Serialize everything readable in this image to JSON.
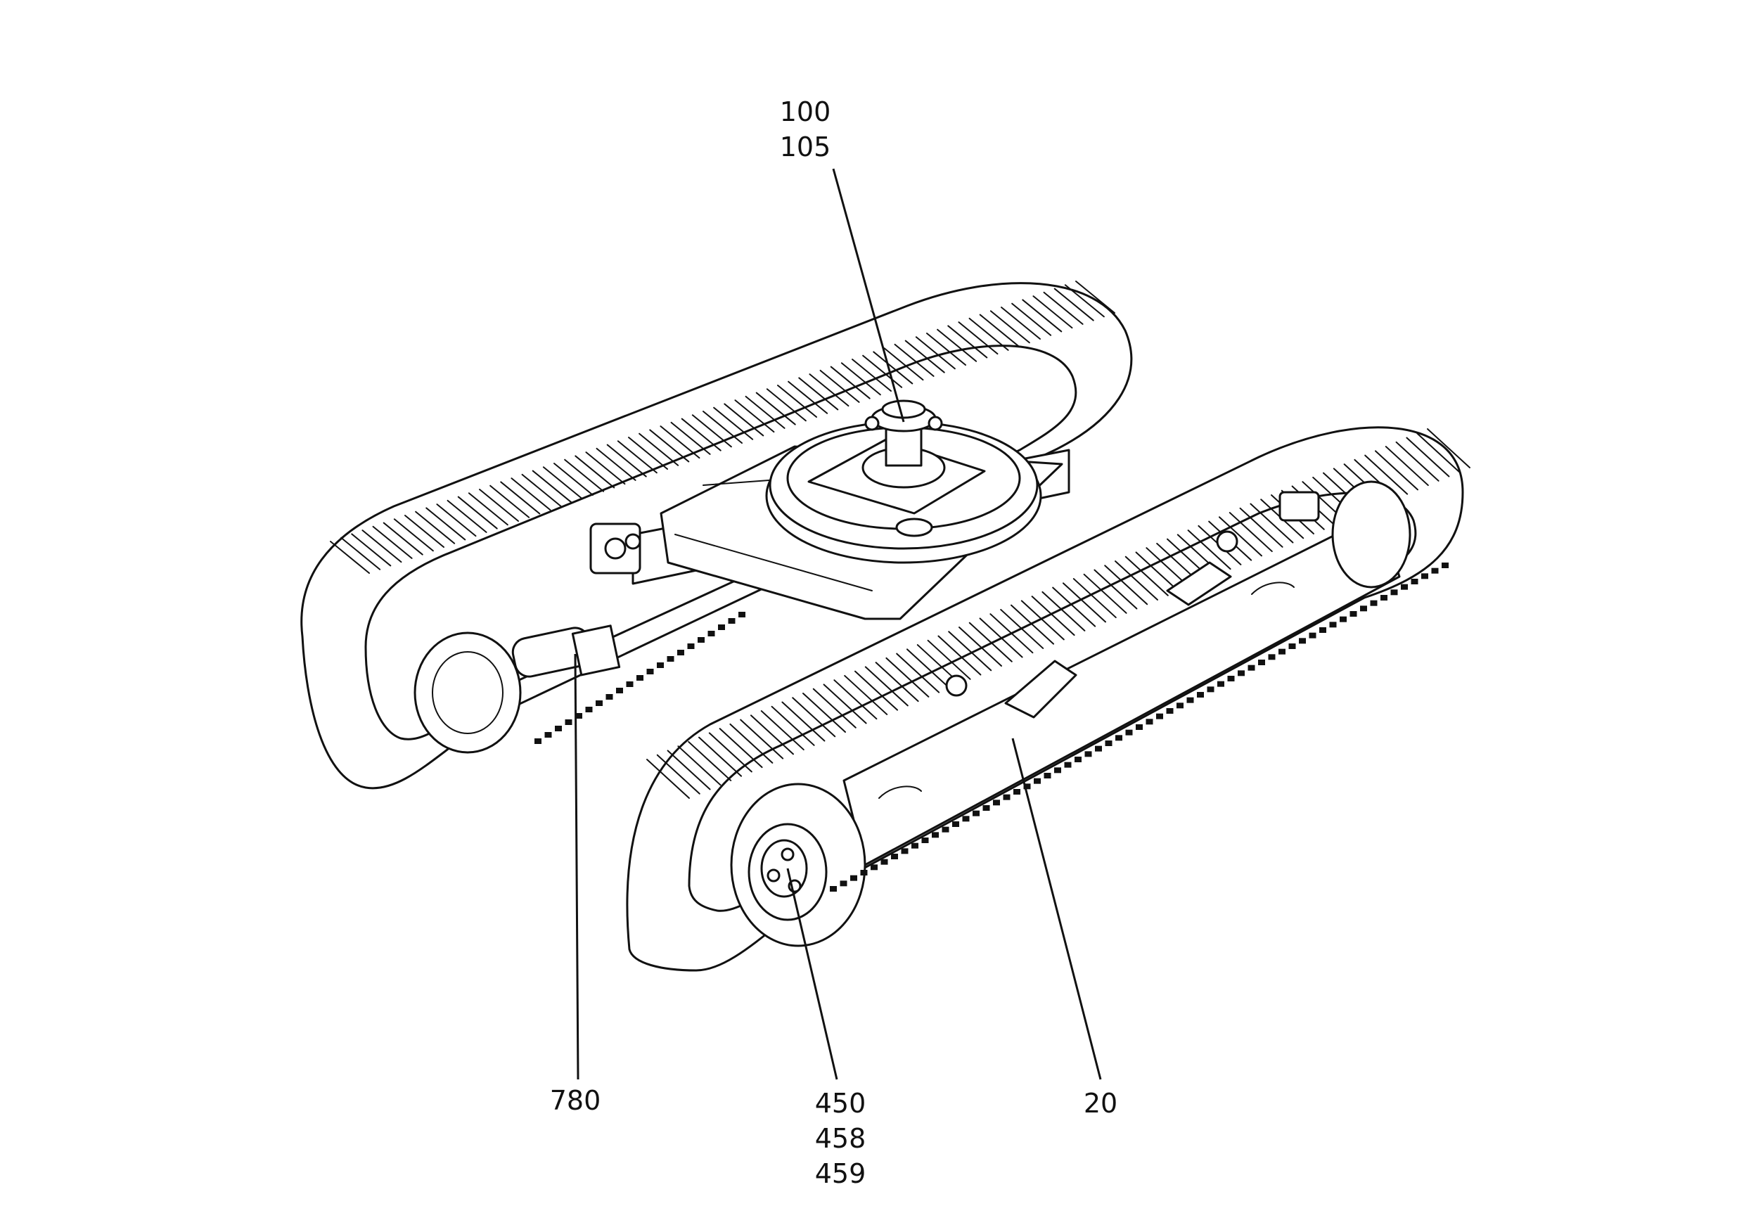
{
  "diagram": {
    "callouts": [
      {
        "id": "top",
        "lines": [
          "100",
          "105"
        ]
      },
      {
        "id": "idler-cylinder",
        "lines": [
          "780"
        ]
      },
      {
        "id": "drive",
        "lines": [
          "450",
          "458",
          "459"
        ]
      },
      {
        "id": "frame",
        "lines": [
          "20"
        ]
      }
    ],
    "colors": {
      "ink": "#111111",
      "background": "#ffffff"
    }
  }
}
